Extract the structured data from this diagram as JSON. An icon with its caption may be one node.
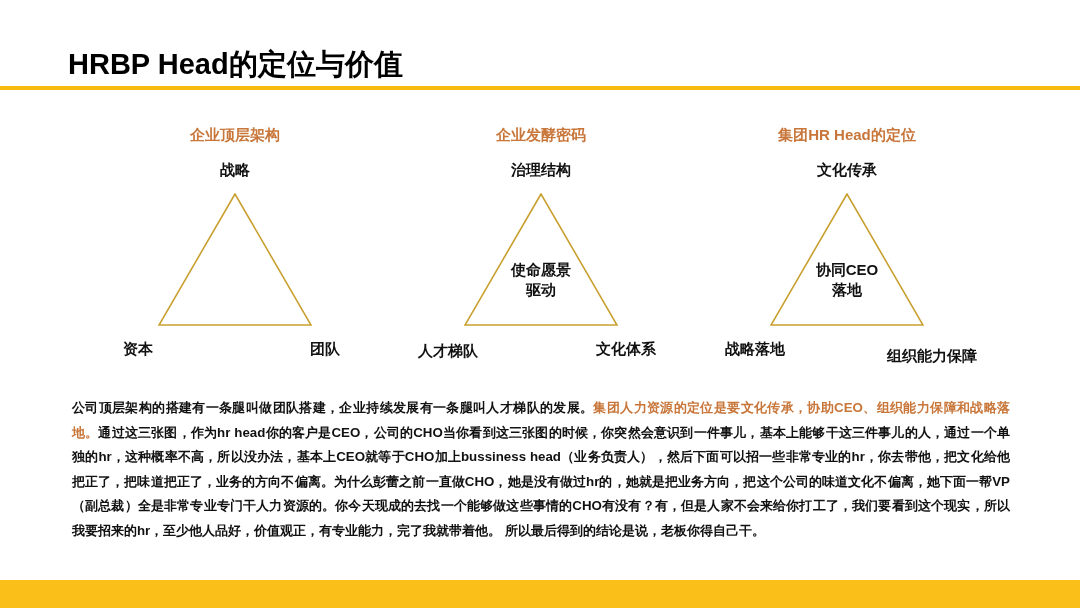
{
  "diagram": {
    "title": "HRBP Head的定位与价值",
    "nodes": [
      {
        "text": [
          "企业顶层架构"
        ],
        "beside": [
          "战略",
          "资本",
          "团队"
        ]
      },
      {
        "text": [
          "企业发酵密码",
          "使命愿景驱动"
        ],
        "beside": [
          "治理结构",
          "人才梯队",
          "文化体系"
        ]
      },
      {
        "text": [
          "集团HR Head的定位",
          "协同CEO落地"
        ],
        "beside": [
          "文化传承",
          "战略落地",
          "组织能力保障"
        ]
      }
    ],
    "labels": [
      "公司顶层架构的搭建有一条腿叫做团队搭建，企业持续发展有一条腿叫人才梯队的发展。**集团人力资源的定位是要文化传承，协助CEO、组织能力保障和战略落地。**通过这三张图，作为hr head你的客户是CEO，公司的CHO当你看到这三张图的时候，你突然会意识到一件事儿，基本上能够干这三件事儿的人，通过一个单独的hr，这种概率不高，所以没办法，基本上CEO就等于CHO加上bussiness head（业务负责人），然后下面可以招一些非常专业的hr，你去带他，把文化给他把正了，把味道把正了，业务的方向不偏离。为什么彭蕾之前一直做CHO，她是没有做过hr的，她就是把业务方向，把这个公司的味道文化不偏离，她下面一帮VP（副总裁）全是非常专业专门干人力资源的。你今天现成的去找一个能够做这些事情的CHO有没有？有，但是人家不会来给你打工了，我们要看到这个现实，所以我要招来的hr，至少他人品好，价值观正，有专业能力，完了我就带着他。 所以最后得到的结论是说，老板你得自己干。"
    ]
  }
}
